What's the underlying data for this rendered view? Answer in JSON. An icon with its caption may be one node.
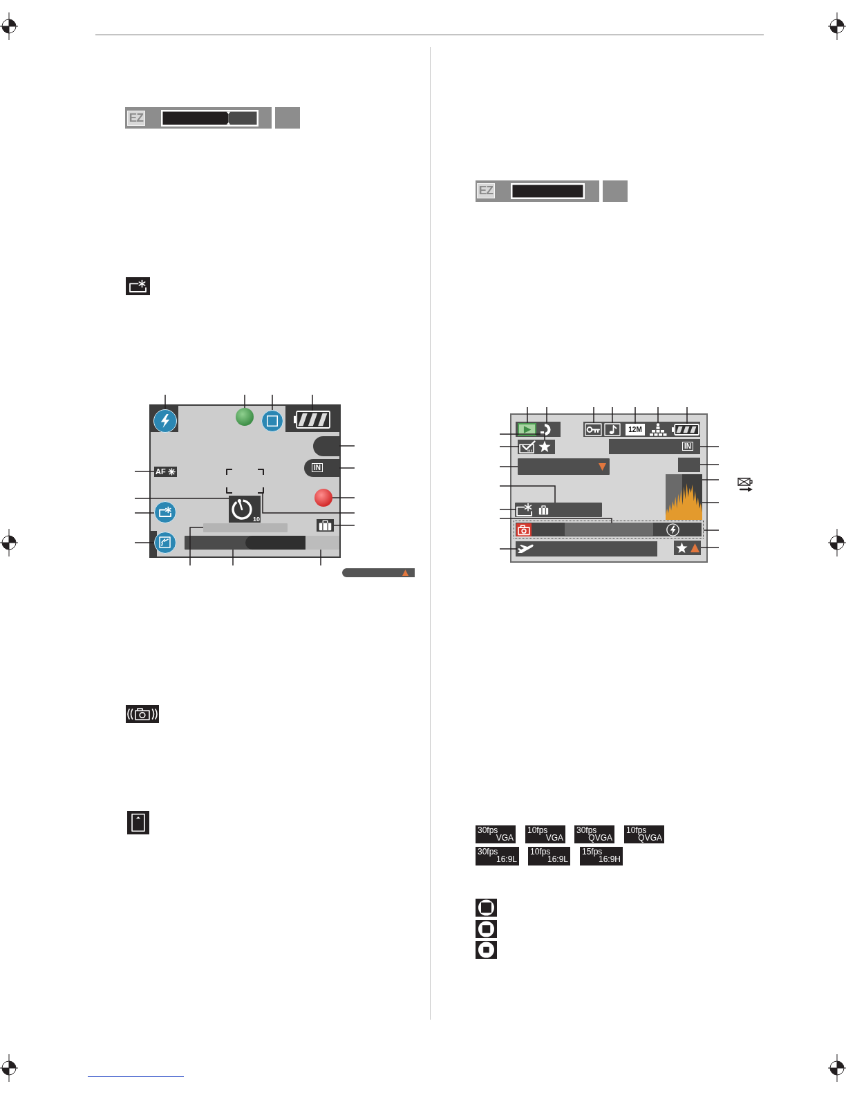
{
  "diagram": {
    "nodes": [
      {
        "text": [],
        "shape": "box"
      },
      {
        "text": [],
        "shape": "circle",
        "in": 0
      },
      {
        "text": [],
        "shape": "circle",
        "in": 0
      },
      {
        "text": [],
        "shape": "circle",
        "in": 0
      },
      {
        "text": [],
        "shape": "picture",
        "in": 0
      },
      {
        "text": [],
        "shape": "box",
        "in": 0
      },
      {
        "text": [
          "AF"
        ],
        "in": 0
      },
      {
        "text": [],
        "shape": "box",
        "in": 0
      },
      {
        "text": [
          "IN"
        ],
        "in": 0
      },
      {
        "text": [
          "10"
        ],
        "in": 0
      },
      {
        "text": [],
        "shape": "circle",
        "in": 0
      },
      {
        "text": [],
        "shape": "circle",
        "in": 0
      },
      {
        "text": [],
        "shape": "bar",
        "in": 0
      },
      {
        "text": [],
        "shape": "picture",
        "in": 0
      },
      {
        "text": [],
        "shape": "circle",
        "in": 0
      },
      {
        "text": [],
        "shape": "bar",
        "in": 0
      },
      {
        "text": [],
        "shape": "bar",
        "in": 0
      },
      {
        "text": [],
        "shape": "box"
      },
      {
        "text": [],
        "shape": "picture",
        "in": 17
      },
      {
        "text": [],
        "shape": "picture",
        "in": 17
      },
      {
        "text": [],
        "shape": "picture",
        "in": 17
      },
      {
        "text": [],
        "shape": "picture",
        "in": 17
      },
      {
        "text": [
          "12M"
        ],
        "in": 17
      },
      {
        "text": [],
        "shape": "picture",
        "in": 17
      },
      {
        "text": [],
        "shape": "picture",
        "in": 17
      },
      {
        "text": [],
        "shape": "picture",
        "in": 17
      },
      {
        "text": [],
        "shape": "picture",
        "in": 17
      },
      {
        "text": [
          "IN"
        ],
        "in": 17
      },
      {
        "text": [],
        "shape": "bar",
        "in": 17
      },
      {
        "text": [],
        "shape": "box",
        "in": 17
      },
      {
        "text": [],
        "shape": "box",
        "in": 17
      },
      {
        "text": [],
        "shape": "picture",
        "in": 30
      },
      {
        "text": [],
        "shape": "bar",
        "in": 17
      },
      {
        "text": [],
        "shape": "picture",
        "in": 32
      },
      {
        "text": [],
        "shape": "box",
        "in": 17
      },
      {
        "text": [],
        "shape": "bar",
        "in": 34
      },
      {
        "text": [],
        "shape": "picture",
        "in": 17
      },
      {
        "text": [],
        "shape": "box",
        "in": 17
      }
    ],
    "edges": [
      {
        "from": null,
        "to": 1,
        "arrow": "none"
      },
      {
        "from": null,
        "to": 2,
        "arrow": "none"
      },
      {
        "from": null,
        "to": 3,
        "arrow": "none"
      },
      {
        "from": null,
        "to": 4,
        "arrow": "none"
      },
      {
        "from": null,
        "to": 5,
        "arrow": "none"
      },
      {
        "from": null,
        "to": 6,
        "arrow": "none"
      },
      {
        "from": null,
        "to": 7,
        "arrow": "none"
      },
      {
        "from": null,
        "to": 8,
        "arrow": "none"
      },
      {
        "from": null,
        "to": 9,
        "arrow": "none"
      },
      {
        "from": null,
        "to": 10,
        "arrow": "none"
      },
      {
        "from": null,
        "to": 11,
        "arrow": "none"
      },
      {
        "from": null,
        "to": 12,
        "arrow": "none"
      },
      {
        "from": null,
        "to": 13,
        "arrow": "none"
      },
      {
        "from": null,
        "to": 14,
        "arrow": "none"
      },
      {
        "from": null,
        "to": 15,
        "arrow": "none"
      },
      {
        "from": null,
        "to": 16,
        "arrow": "none"
      },
      {
        "from": null,
        "to": 18,
        "arrow": "none"
      },
      {
        "from": null,
        "to": 19,
        "arrow": "none"
      },
      {
        "from": null,
        "to": 20,
        "arrow": "none"
      },
      {
        "from": null,
        "to": 21,
        "arrow": "none"
      },
      {
        "from": null,
        "to": 22,
        "arrow": "none"
      },
      {
        "from": null,
        "to": 23,
        "arrow": "none"
      },
      {
        "from": null,
        "to": 24,
        "arrow": "none"
      },
      {
        "from": null,
        "to": 25,
        "arrow": "none"
      },
      {
        "from": null,
        "to": 26,
        "arrow": "none"
      },
      {
        "from": null,
        "to": 27,
        "arrow": "none"
      },
      {
        "from": null,
        "to": 28,
        "arrow": "none"
      },
      {
        "from": null,
        "to": 29,
        "arrow": "none"
      },
      {
        "from": null,
        "to": 30,
        "arrow": "none"
      },
      {
        "from": null,
        "to": 31,
        "arrow": "none"
      },
      {
        "from": null,
        "to": 32,
        "arrow": "none"
      },
      {
        "from": null,
        "to": 33,
        "arrow": "none"
      },
      {
        "from": null,
        "to": 34,
        "arrow": "none"
      },
      {
        "from": null,
        "to": 35,
        "arrow": "none"
      },
      {
        "from": null,
        "to": 36,
        "arrow": "none"
      },
      {
        "from": null,
        "to": 37,
        "arrow": "none"
      }
    ],
    "labels": [
      "EZ",
      "EZ",
      "30fps VGA",
      "10fps VGA",
      "30fps QVGA",
      "10fps QVGA",
      "30fps 16:9L",
      "10fps 16:9L",
      "15fps 16:9H"
    ]
  }
}
